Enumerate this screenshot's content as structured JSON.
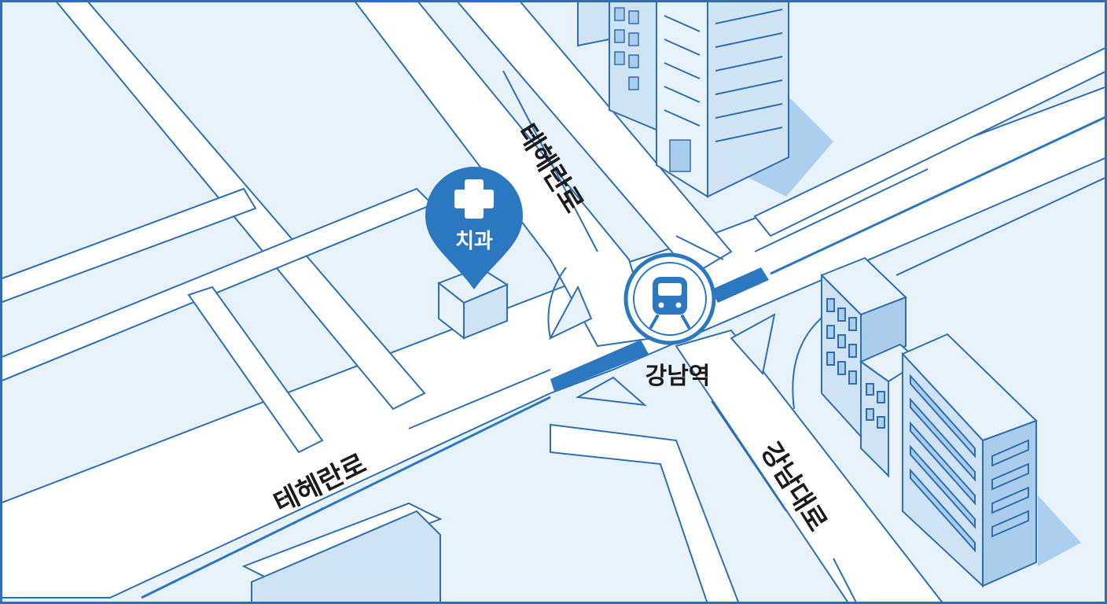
{
  "map": {
    "roads": {
      "teheran_horizontal": "테헤란로",
      "teheran_vertical": "테헤란로",
      "gangnam_daero": "강남대로"
    },
    "station": {
      "name": "강남역",
      "icon": "subway-train-icon"
    },
    "poi": {
      "label": "치과",
      "icon": "medical-cross-icon"
    },
    "colors": {
      "block_fill": "#e8f2fa",
      "road_fill": "#ffffff",
      "line": "#2e6fb3",
      "accent": "#2b77c0",
      "building_light": "#cfe3f4",
      "building_mid": "#a9cdea",
      "shadow": "#9cc6ea"
    }
  }
}
